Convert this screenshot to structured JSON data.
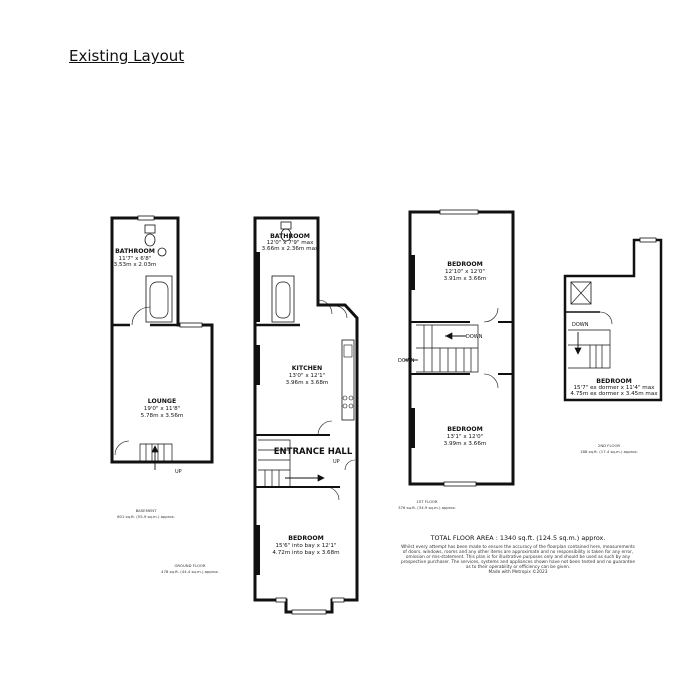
{
  "title": "Existing Layout",
  "floors": {
    "basement": {
      "name": "BASEMENT",
      "area": "601 sq.ft. (55.9 sq.m.) approx.",
      "rooms": {
        "bathroom": {
          "name": "BATHROOM",
          "dim1": "11'7\" x 6'8\"",
          "dim2": "3.53m x 2.03m"
        },
        "lounge": {
          "name": "LOUNGE",
          "dim1": "19'0\" x 11'8\"",
          "dim2": "5.78m x 3.56m"
        }
      },
      "stair_label": "UP"
    },
    "ground": {
      "name": "GROUND FLOOR",
      "area": "478 sq.ft. (44.4 sq.m.) approx.",
      "rooms": {
        "bathroom": {
          "name": "BATHROOM",
          "dim1": "12'0\" x 7'9\" max",
          "dim2": "3.66m x 2.36m max"
        },
        "kitchen": {
          "name": "KITCHEN",
          "dim1": "13'0\" x 12'1\"",
          "dim2": "3.96m x 3.68m"
        },
        "hall": {
          "name": "ENTRANCE HALL"
        },
        "bedroom": {
          "name": "BEDROOM",
          "dim1": "15'6\" into bay x 12'1\"",
          "dim2": "4.72m into bay x 3.68m"
        }
      },
      "stair_label": "UP"
    },
    "first": {
      "name": "1ST FLOOR",
      "area": "376 sq.ft. (34.9 sq.m.) approx.",
      "rooms": {
        "bedroom1": {
          "name": "BEDROOM",
          "dim1": "12'10\" x 12'0\"",
          "dim2": "3.91m x 3.66m"
        },
        "bedroom2": {
          "name": "BEDROOM",
          "dim1": "13'1\" x 12'0\"",
          "dim2": "3.99m x 3.66m"
        }
      },
      "stair_down": "DOWN",
      "stair_down2": "DOWN"
    },
    "second": {
      "name": "2ND FLOOR",
      "area": "188 sq.ft. (17.4 sq.m.) approx.",
      "rooms": {
        "bedroom": {
          "name": "BEDROOM",
          "dim1": "15'7\" ex dormer x 11'4\" max",
          "dim2": "4.75m ex dormer x 3.45m max"
        }
      },
      "stair_label": "DOWN"
    }
  },
  "total_area": "TOTAL FLOOR AREA : 1340 sq.ft. (124.5 sq.m.) approx.",
  "disclaimer": [
    "Whilst every attempt has been made to ensure the accuracy of the floorplan contained here, measurements",
    "of doors, windows, rooms and any other items are approximate and no responsibility is taken for any error,",
    "omission or mis-statement. This plan is for illustrative purposes only and should be used as such by any",
    "prospective purchaser. The services, systems and appliances shown have not been tested and no guarantee",
    "as to their operability or efficiency can be given.",
    "Made with Metropix ©2023"
  ]
}
